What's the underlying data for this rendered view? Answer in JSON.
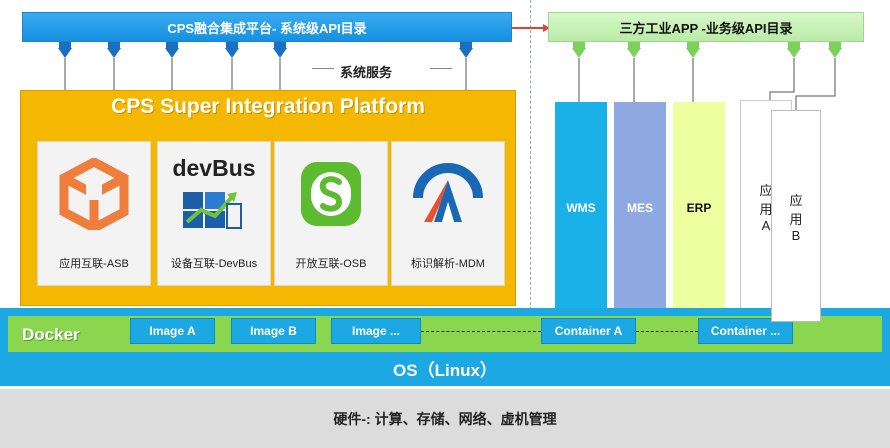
{
  "api_left": {
    "label": "CPS融合集成平台- 系统级API目录"
  },
  "api_right": {
    "label": "三方工业APP -业务级API目录"
  },
  "service_label": "系统服务",
  "platform": {
    "title": "CPS Super Integration Platform",
    "cards": [
      {
        "label": "应用互联-ASB",
        "icon": "asb-cube-icon"
      },
      {
        "label": "设备互联-DevBus",
        "icon": "devbus-logo-icon",
        "logo_text": "devBus"
      },
      {
        "label": "开放互联-OSB",
        "icon": "osb-s-icon"
      },
      {
        "label": "标识解析-MDM",
        "icon": "mdm-peak-icon"
      }
    ]
  },
  "apps": {
    "wms": "WMS",
    "mes": "MES",
    "erp": "ERP",
    "app_a": [
      "应",
      "用",
      "A"
    ],
    "app_b": [
      "应",
      "用",
      "B"
    ]
  },
  "docker": {
    "label": "Docker",
    "images": [
      "Image A",
      "Image B",
      "Image ..."
    ],
    "containers": [
      "Container A",
      "Container ..."
    ]
  },
  "os": {
    "label": "OS（Linux）"
  },
  "hardware": {
    "label": "硬件-: 计算、存储、网络、虚机管理"
  },
  "colors": {
    "api_blue": "#1590e0",
    "platform_orange": "#f5b800",
    "docker_green": "#8bd64f",
    "os_blue": "#1ca8e3",
    "api_green": "#c8f0b5"
  }
}
